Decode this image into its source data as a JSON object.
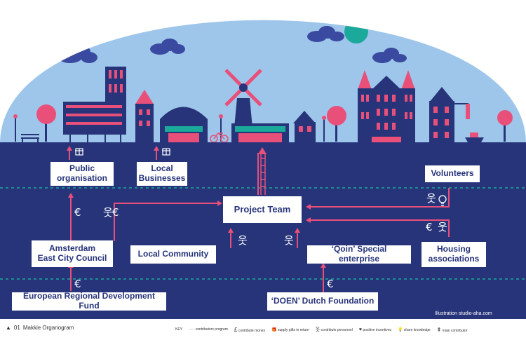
{
  "diagram": {
    "nodes": {
      "public_organisation": "Public\norganisation",
      "local_businesses": "Local\nBusinesses",
      "volunteers": "Volunteers",
      "project_team": "Project Team",
      "amsterdam_council": "Amsterdam\nEast City Council",
      "local_community": "Local Community",
      "qoin": "‘Qoin’ Special enterprise",
      "housing_associations": "Housing\nassociations",
      "erdf": "European Regional Development Fund",
      "doen": "‘DOEN’ Dutch Foundation"
    },
    "symbols": {
      "money": "€",
      "person": "웃",
      "knowledge": "💡",
      "gift": "🎁"
    },
    "illustration_credit": "Illustration studio-aha.com"
  },
  "caption": {
    "marker": "▲",
    "number": "01",
    "title": "Makkie Organogram"
  },
  "key": {
    "label": "KEY",
    "items": [
      {
        "symbol": "·····",
        "text": "contributors program"
      },
      {
        "symbol": "£",
        "text": "contribute money"
      },
      {
        "symbol": "🎁",
        "text": "supply gifts in return"
      },
      {
        "symbol": "웃",
        "text": "contribute personnel"
      },
      {
        "symbol": "♥",
        "text": "positive incentives"
      },
      {
        "symbol": "💡",
        "text": "share knowledge"
      },
      {
        "symbol": "⇞",
        "text": "main contributor"
      }
    ]
  },
  "colors": {
    "sky": "#9ec6ea",
    "ground": "#27347a",
    "accent": "#e8507a",
    "cloud": "#3a4aa0",
    "sun": "#1aa99b"
  }
}
